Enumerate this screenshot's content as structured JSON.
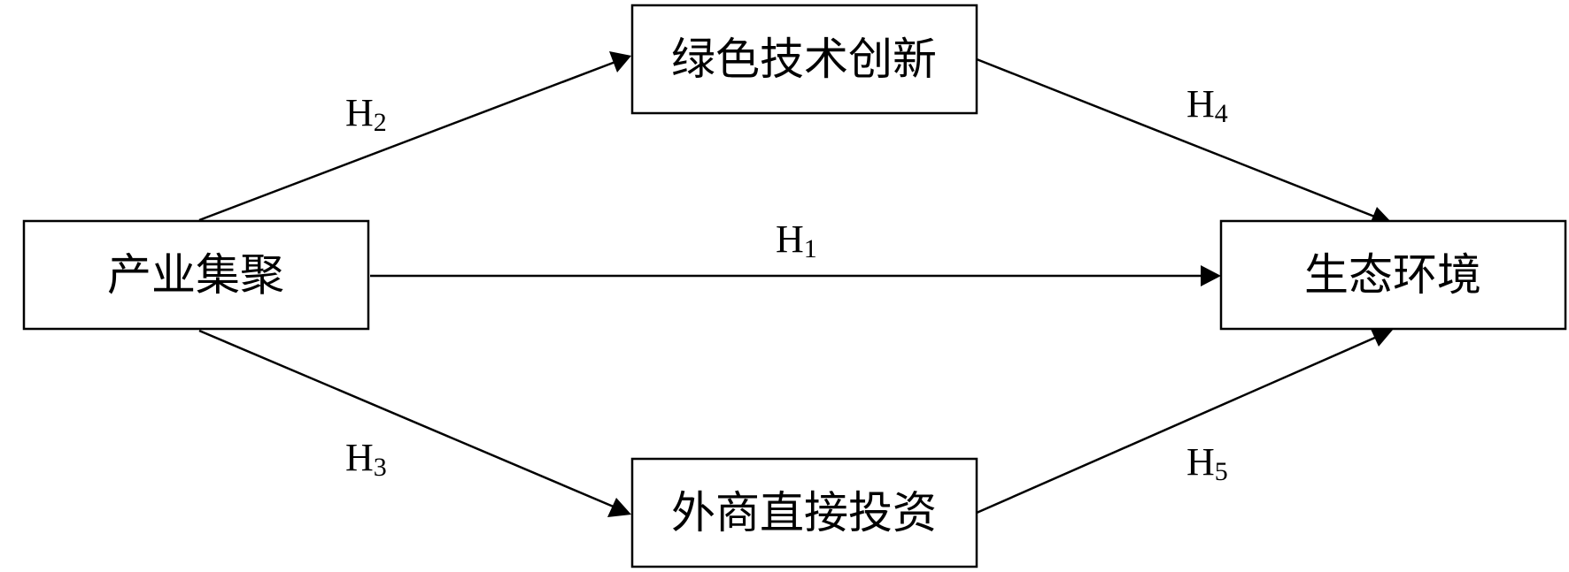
{
  "diagram": {
    "nodes": {
      "industrial_agglomeration": {
        "label": "产业集聚"
      },
      "green_tech_innovation": {
        "label": "绿色技术创新"
      },
      "fdi": {
        "label": "外商直接投资"
      },
      "ecological_environment": {
        "label": "生态环境"
      }
    },
    "edges": {
      "h1": {
        "from": "industrial_agglomeration",
        "to": "ecological_environment",
        "label_main": "H",
        "label_sub": "1"
      },
      "h2": {
        "from": "industrial_agglomeration",
        "to": "green_tech_innovation",
        "label_main": "H",
        "label_sub": "2"
      },
      "h3": {
        "from": "industrial_agglomeration",
        "to": "fdi",
        "label_main": "H",
        "label_sub": "3"
      },
      "h4": {
        "from": "green_tech_innovation",
        "to": "ecological_environment",
        "label_main": "H",
        "label_sub": "4"
      },
      "h5": {
        "from": "fdi",
        "to": "ecological_environment",
        "label_main": "H",
        "label_sub": "5"
      }
    },
    "colors": {
      "stroke": "#000000",
      "background": "#ffffff"
    }
  }
}
